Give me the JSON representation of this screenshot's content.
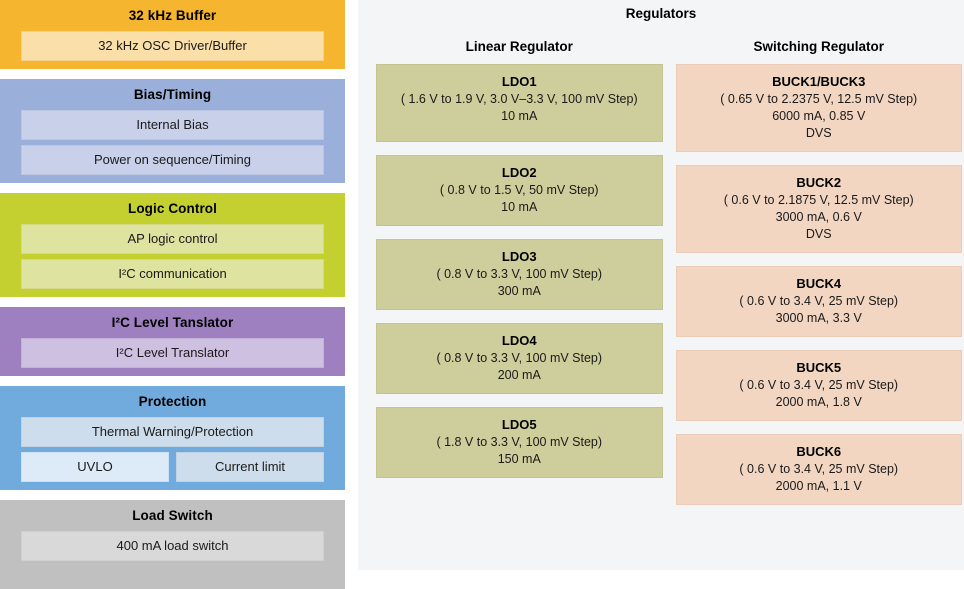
{
  "left_column": {
    "blocks": [
      {
        "id": "osc",
        "title": "32 kHz Buffer",
        "items": [
          "32 kHz OSC Driver/Buffer"
        ]
      },
      {
        "id": "bias",
        "title": "Bias/Timing",
        "items": [
          "Internal Bias",
          "Power on sequence/Timing"
        ]
      },
      {
        "id": "logic",
        "title": "Logic Control",
        "items": [
          "AP logic control",
          "I²C communication"
        ]
      },
      {
        "id": "i2c",
        "title": "I²C Level Tanslator",
        "items": [
          "I²C Level Translator"
        ]
      },
      {
        "id": "protection",
        "title": "Protection",
        "items": [
          "Thermal Warning/Protection"
        ],
        "row_items": [
          "UVLO",
          "Current limit"
        ]
      },
      {
        "id": "load",
        "title": "Load Switch",
        "items": [
          "400 mA load switch"
        ]
      }
    ]
  },
  "right_panel": {
    "title": "Regulators",
    "columns": [
      {
        "id": "linear",
        "header": "Linear Regulator",
        "regulators": [
          {
            "name": "LDO1",
            "lines": [
              "( 1.6 V to 1.9 V, 3.0 V–3.3 V, 100 mV Step)",
              "10 mA"
            ]
          },
          {
            "name": "LDO2",
            "lines": [
              "( 0.8 V to 1.5 V, 50 mV Step)",
              "10 mA"
            ]
          },
          {
            "name": "LDO3",
            "lines": [
              "( 0.8 V to 3.3 V, 100 mV Step)",
              "300 mA"
            ]
          },
          {
            "name": "LDO4",
            "lines": [
              "( 0.8 V to 3.3 V, 100 mV Step)",
              "200 mA"
            ]
          },
          {
            "name": "LDO5",
            "lines": [
              "( 1.8 V to 3.3 V, 100 mV Step)",
              "150 mA"
            ]
          }
        ]
      },
      {
        "id": "switching",
        "header": "Switching Regulator",
        "regulators": [
          {
            "name": "BUCK1/BUCK3",
            "lines": [
              "( 0.65 V to 2.2375 V, 12.5 mV Step)",
              "6000 mA, 0.85 V",
              "DVS"
            ]
          },
          {
            "name": "BUCK2",
            "lines": [
              "( 0.6 V to 2.1875 V, 12.5 mV Step)",
              "3000 mA, 0.6 V",
              "DVS"
            ]
          },
          {
            "name": "BUCK4",
            "lines": [
              "( 0.6 V to 3.4 V, 25 mV Step)",
              "3000 mA, 3.3 V"
            ]
          },
          {
            "name": "BUCK5",
            "lines": [
              "( 0.6 V to 3.4 V, 25 mV Step)",
              "2000 mA, 1.8 V"
            ]
          },
          {
            "name": "BUCK6",
            "lines": [
              "( 0.6 V to 3.4 V, 25 mV Step)",
              "2000 mA, 1.1 V"
            ]
          }
        ]
      }
    ]
  },
  "colors": {
    "osc_outer": "#F5B52E",
    "osc_inner": "#FADFA8",
    "bias_outer": "#9BAFDB",
    "bias_inner": "#C9D1EA",
    "logic_outer": "#C3D02F",
    "logic_inner": "#DFE3A0",
    "i2c_outer": "#9E7FC0",
    "i2c_inner": "#CEC0E0",
    "protection_outer": "#71AADC",
    "protection_inner": "#CEDDEB",
    "protection_inner_light": "#DCEBF7",
    "load_outer": "#C0C0C0",
    "load_inner": "#D9D9D9",
    "panel_bg": "#F4F5F7",
    "ldo_box": "#CECE9C",
    "buck_box": "#F2D6C2"
  }
}
